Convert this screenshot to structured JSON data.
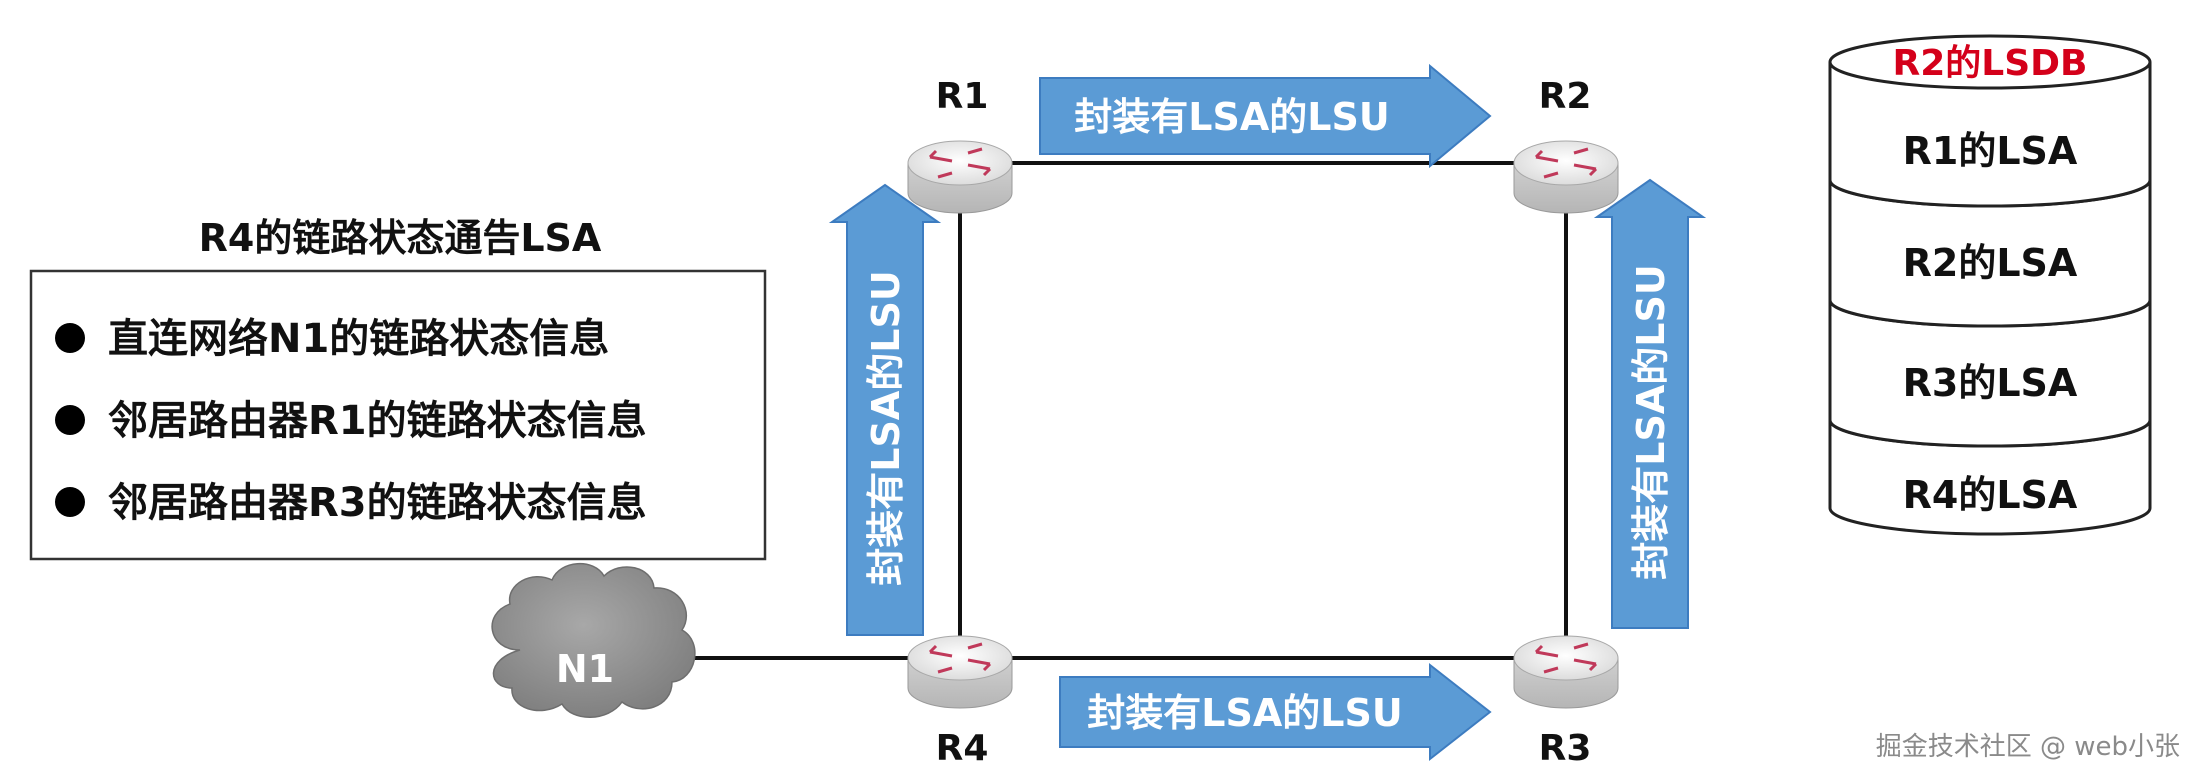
{
  "lsa_panel": {
    "title": "R4的链路状态通告LSA",
    "items": [
      "直连网络N1的链路状态信息",
      "邻居路由器R1的链路状态信息",
      "邻居路由器R3的链路状态信息"
    ]
  },
  "routers": {
    "r1": "R1",
    "r2": "R2",
    "r3": "R3",
    "r4": "R4"
  },
  "network": {
    "label": "N1"
  },
  "flows": {
    "r4_to_r1": "封装有LSA的LSU",
    "r1_to_r2": "封装有LSA的LSU",
    "r3_to_r2": "封装有LSA的LSU",
    "r4_to_r3": "封装有LSA的LSU"
  },
  "lsdb": {
    "title": "R2的LSDB",
    "entries": [
      "R1的LSA",
      "R2的LSA",
      "R3的LSA",
      "R4的LSA"
    ]
  },
  "watermark": "掘金技术社区 @ web小张",
  "colors": {
    "arrow_fill": "#5b9bd5",
    "arrow_stroke": "#3d7cc0",
    "title_red": "#d4001a",
    "cloud": "#8c8c8c"
  }
}
